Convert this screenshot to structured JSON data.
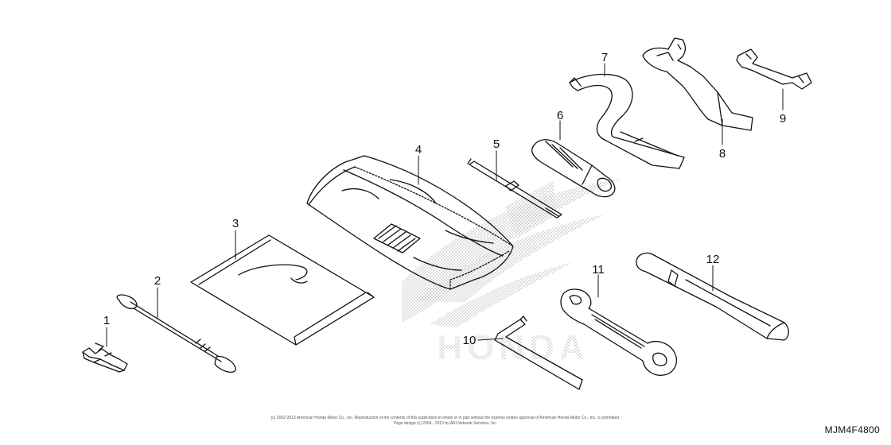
{
  "diagram": {
    "figure_code": "MJM4F4800",
    "watermark_text": "HONDA",
    "copyright_line1": "(c) 2002-2013 American Honda Motor Co., Inc. Reproduction of the contents of this publication in whole or in part without the express written approval of American Honda Motor Co., Inc. is prohibited.",
    "copyright_line2": "Page design (c) 2004 - 2013 by ARI Network Services, Inc.",
    "callouts": [
      "1",
      "2",
      "3",
      "4",
      "5",
      "6",
      "7",
      "8",
      "9",
      "10",
      "11",
      "12"
    ]
  },
  "colors": {
    "line": "#111111",
    "dots": "#b5b5b5",
    "background": "#ffffff"
  }
}
